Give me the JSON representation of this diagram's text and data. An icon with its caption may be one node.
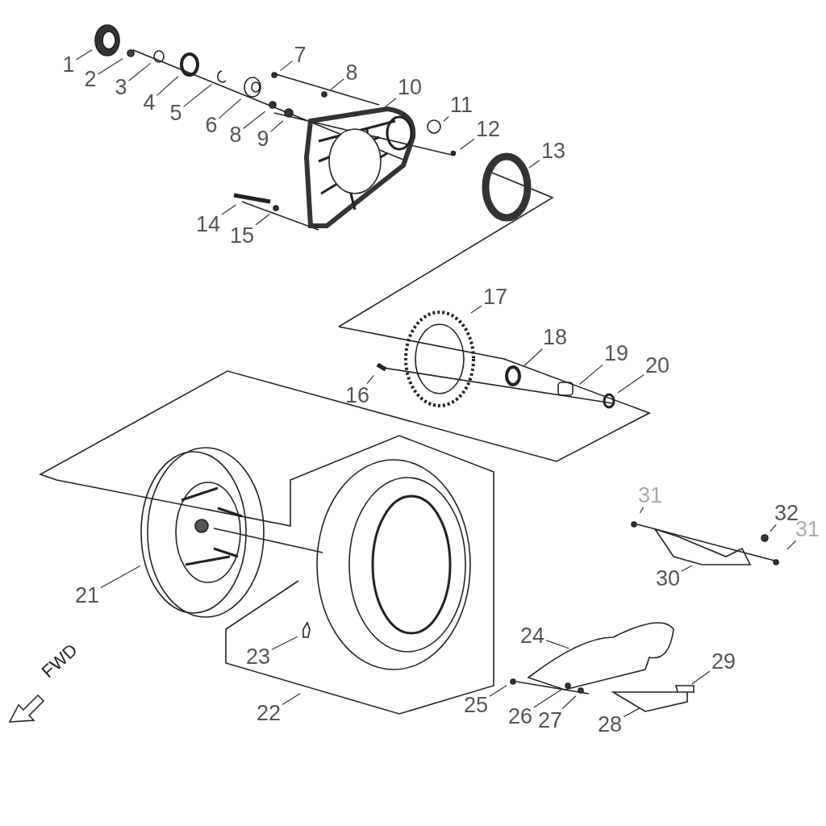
{
  "diagram": {
    "nodes": [
      {
        "text": [
          "1"
        ]
      },
      {
        "text": [
          "2"
        ]
      },
      {
        "text": [
          "3"
        ]
      },
      {
        "text": [
          "4"
        ]
      },
      {
        "text": [
          "5"
        ]
      },
      {
        "text": [
          "6"
        ]
      },
      {
        "text": [
          "7"
        ]
      },
      {
        "text": [
          "8"
        ]
      },
      {
        "text": [
          "8"
        ]
      },
      {
        "text": [
          "9"
        ]
      },
      {
        "text": [
          "10"
        ]
      },
      {
        "text": [
          "11"
        ]
      },
      {
        "text": [
          "12"
        ]
      },
      {
        "text": [
          "13"
        ]
      },
      {
        "text": [
          "14"
        ]
      },
      {
        "text": [
          "15"
        ]
      },
      {
        "text": [
          "16"
        ]
      },
      {
        "text": [
          "17"
        ]
      },
      {
        "text": [
          "18"
        ]
      },
      {
        "text": [
          "19"
        ]
      },
      {
        "text": [
          "20"
        ]
      },
      {
        "text": [
          "21"
        ]
      },
      {
        "text": [
          "22"
        ]
      },
      {
        "text": [
          "23"
        ]
      },
      {
        "text": [
          "24"
        ]
      },
      {
        "text": [
          "25"
        ]
      },
      {
        "text": [
          "26"
        ]
      },
      {
        "text": [
          "27"
        ]
      },
      {
        "text": [
          "28"
        ]
      },
      {
        "text": [
          "29"
        ]
      },
      {
        "text": [
          "30"
        ]
      },
      {
        "text": [
          "31"
        ]
      },
      {
        "text": [
          "32"
        ]
      },
      {
        "text": [
          "31"
        ]
      }
    ],
    "edges": [
      {
        "from": 0,
        "to": null,
        "arrow": "none"
      },
      {
        "from": 1,
        "to": null,
        "arrow": "none"
      },
      {
        "from": 2,
        "to": null,
        "arrow": "none"
      },
      {
        "from": 3,
        "to": null,
        "arrow": "none"
      },
      {
        "from": 4,
        "to": null,
        "arrow": "none"
      },
      {
        "from": 5,
        "to": null,
        "arrow": "none"
      },
      {
        "from": 6,
        "to": null,
        "arrow": "none"
      },
      {
        "from": 7,
        "to": null,
        "arrow": "none"
      },
      {
        "from": 8,
        "to": null,
        "arrow": "none"
      },
      {
        "from": 9,
        "to": null,
        "arrow": "none"
      },
      {
        "from": 10,
        "to": null,
        "arrow": "none"
      },
      {
        "from": 11,
        "to": null,
        "arrow": "none"
      },
      {
        "from": 12,
        "to": null,
        "arrow": "none"
      },
      {
        "from": 13,
        "to": null,
        "arrow": "none"
      },
      {
        "from": 14,
        "to": null,
        "arrow": "none"
      },
      {
        "from": 15,
        "to": null,
        "arrow": "none"
      },
      {
        "from": 16,
        "to": null,
        "arrow": "none"
      },
      {
        "from": 17,
        "to": null,
        "arrow": "none"
      },
      {
        "from": 18,
        "to": null,
        "arrow": "none"
      },
      {
        "from": 19,
        "to": null,
        "arrow": "none"
      },
      {
        "from": 20,
        "to": null,
        "arrow": "none"
      },
      {
        "from": 21,
        "to": null,
        "arrow": "none"
      },
      {
        "from": 22,
        "to": null,
        "arrow": "none"
      },
      {
        "from": 23,
        "to": null,
        "arrow": "none"
      },
      {
        "from": 24,
        "to": null,
        "arrow": "none"
      },
      {
        "from": 25,
        "to": null,
        "arrow": "none"
      },
      {
        "from": 26,
        "to": null,
        "arrow": "none"
      },
      {
        "from": 27,
        "to": null,
        "arrow": "none"
      },
      {
        "from": 28,
        "to": null,
        "arrow": "none"
      },
      {
        "from": 29,
        "to": null,
        "arrow": "none"
      },
      {
        "from": 30,
        "to": null,
        "arrow": "none"
      },
      {
        "from": 31,
        "to": null,
        "arrow": "none"
      },
      {
        "from": 32,
        "to": null,
        "arrow": "none"
      },
      {
        "from": 33,
        "to": null,
        "arrow": "none"
      }
    ],
    "labels": [
      "FWD"
    ]
  }
}
